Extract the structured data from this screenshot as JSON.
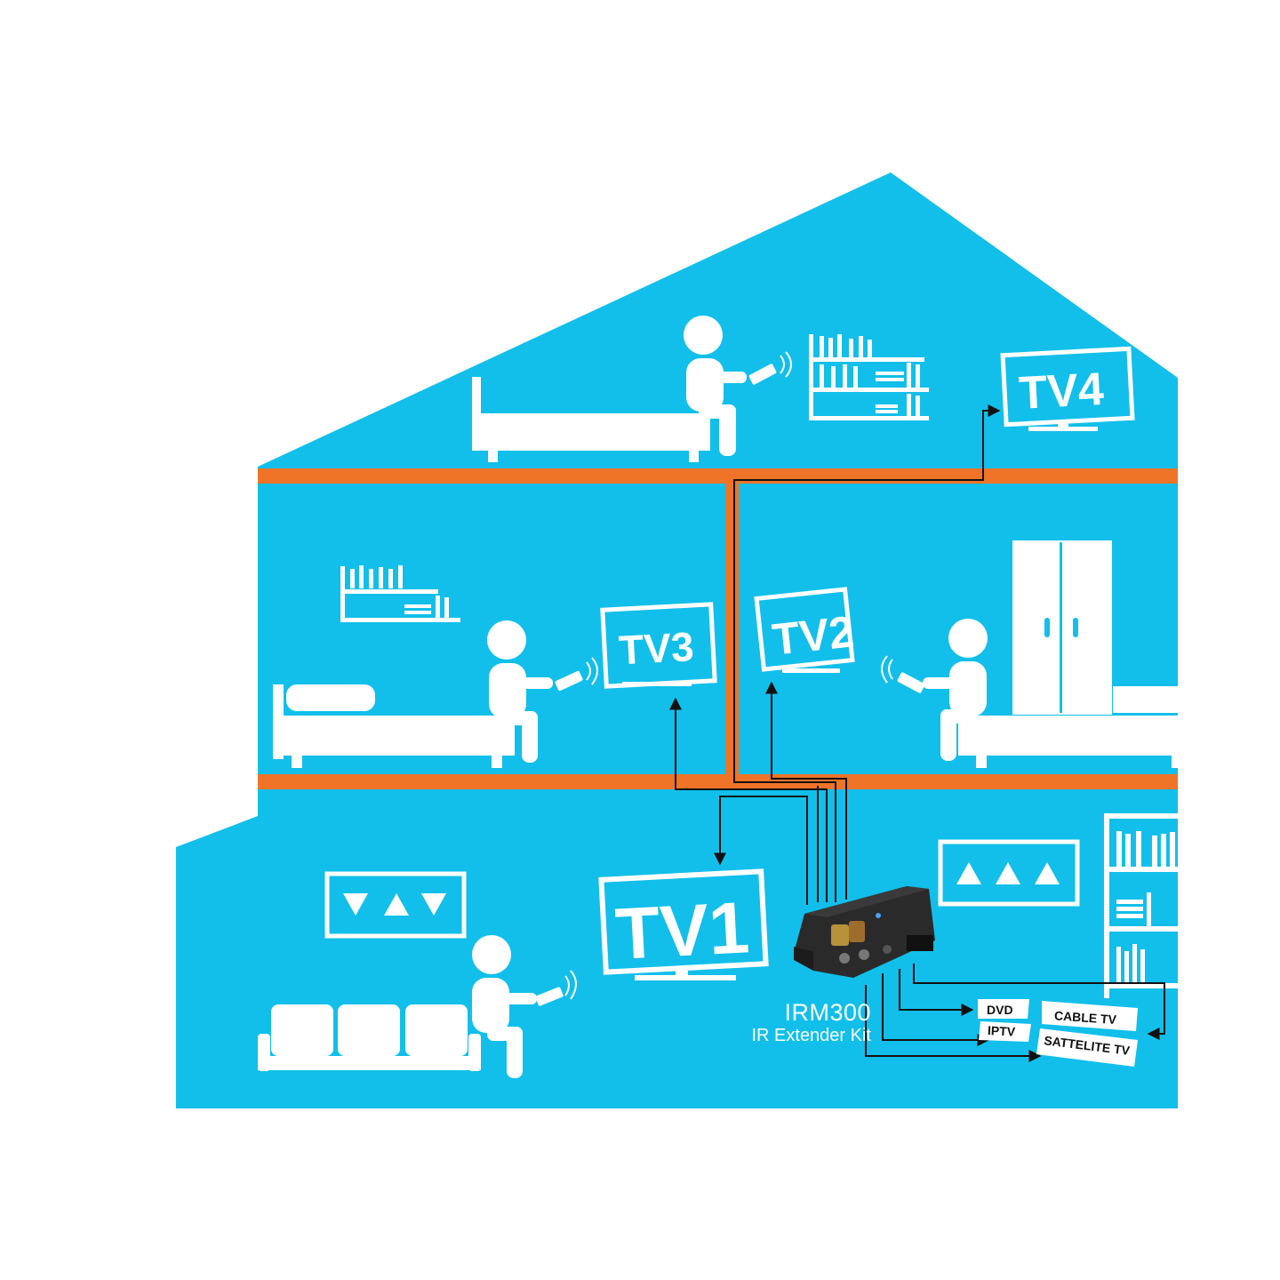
{
  "colors": {
    "wall": "#12bfea",
    "floor_divider": "#f07427",
    "furniture": "#ffffff",
    "wire": "#111111",
    "device": "#2a2a2a",
    "background": "#ffffff"
  },
  "tv_labels": {
    "tv1": "TV1",
    "tv2": "TV2",
    "tv3": "TV3",
    "tv4": "TV4"
  },
  "device": {
    "model": "IRM300",
    "subtitle": "IR Extender Kit"
  },
  "sources": {
    "dvd": "DVD",
    "iptv": "IPTV",
    "cable_tv": "CABLE TV",
    "satellite_tv": "SATTELITE TV"
  },
  "icons": {
    "remote": "remote-control-icon",
    "person": "seated-person-icon",
    "bookshelf": "bookshelf-icon",
    "wardrobe": "wardrobe-icon",
    "bed": "bed-icon",
    "sofa": "sofa-icon",
    "arrow_buttons": "arrow-buttons-icon"
  }
}
